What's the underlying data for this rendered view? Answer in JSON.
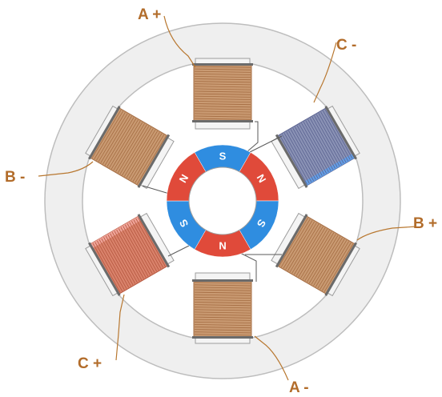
{
  "colors": {
    "stator": "#efefef",
    "stator_outline": "#bdbdbd",
    "pole": "#f4f4f4",
    "copper": "#c99a72",
    "copper_dark": "#a56d43",
    "coil_active_c_plus": "#d9826b",
    "coil_active_c_minus": "#8a92b5",
    "magnet_north": "#e04a3a",
    "magnet_south": "#2f8de0",
    "label": "#b26c2a",
    "background": "#ffffff"
  },
  "coils": [
    {
      "id": "a-plus",
      "label": "A +",
      "state": "idle"
    },
    {
      "id": "c-minus",
      "label": "C -",
      "state": "south"
    },
    {
      "id": "b-plus",
      "label": "B +",
      "state": "idle"
    },
    {
      "id": "a-minus",
      "label": "A -",
      "state": "idle"
    },
    {
      "id": "c-plus",
      "label": "C +",
      "state": "north"
    },
    {
      "id": "b-minus",
      "label": "B -",
      "state": "idle"
    }
  ],
  "rotor_poles": [
    "S",
    "N",
    "S",
    "N",
    "S",
    "N"
  ]
}
